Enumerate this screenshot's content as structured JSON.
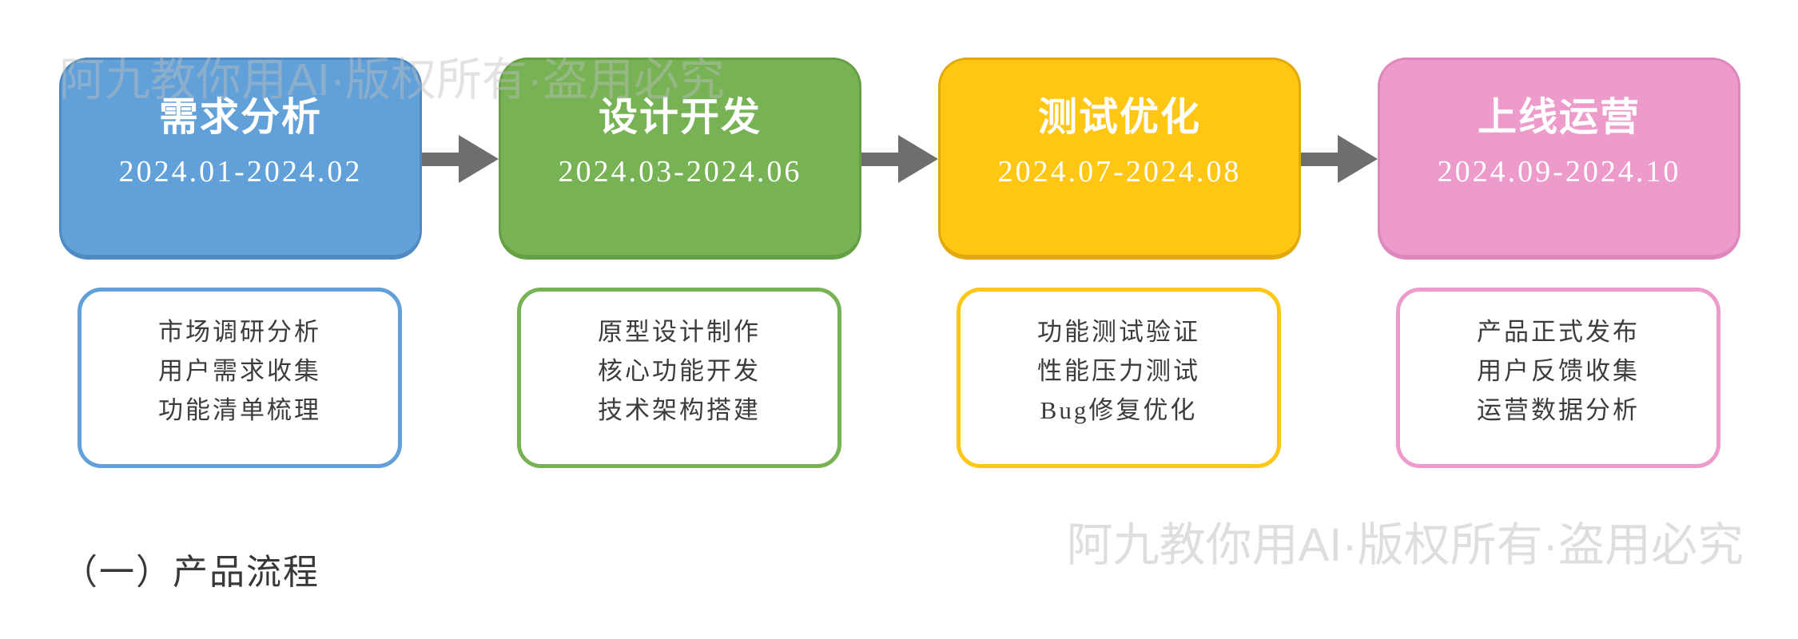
{
  "diagram": {
    "caption": "（一）产品流程",
    "watermark_text": "阿九教你用AI·版权所有·盗用必究",
    "arrow_color": "#6e6e6e",
    "text_color": "#3c3c3c",
    "stages": [
      {
        "title": "需求分析",
        "period": "2024.01-2024.02",
        "fill_color": "#61a0d8",
        "border_color": "#4f8bc2",
        "items": [
          "市场调研分析",
          "用户需求收集",
          "功能清单梳理"
        ]
      },
      {
        "title": "设计开发",
        "period": "2024.03-2024.06",
        "fill_color": "#77b255",
        "border_color": "#66a044",
        "items": [
          "原型设计制作",
          "核心功能开发",
          "技术架构搭建"
        ]
      },
      {
        "title": "测试优化",
        "period": "2024.07-2024.08",
        "fill_color": "#ffc613",
        "border_color": "#e2a90c",
        "items": [
          "功能测试验证",
          "性能压力测试",
          "Bug修复优化"
        ]
      },
      {
        "title": "上线运营",
        "period": "2024.09-2024.10",
        "fill_color": "#ec9bcb",
        "border_color": "#dd87bc",
        "items": [
          "产品正式发布",
          "用户反馈收集",
          "运营数据分析"
        ]
      }
    ]
  }
}
